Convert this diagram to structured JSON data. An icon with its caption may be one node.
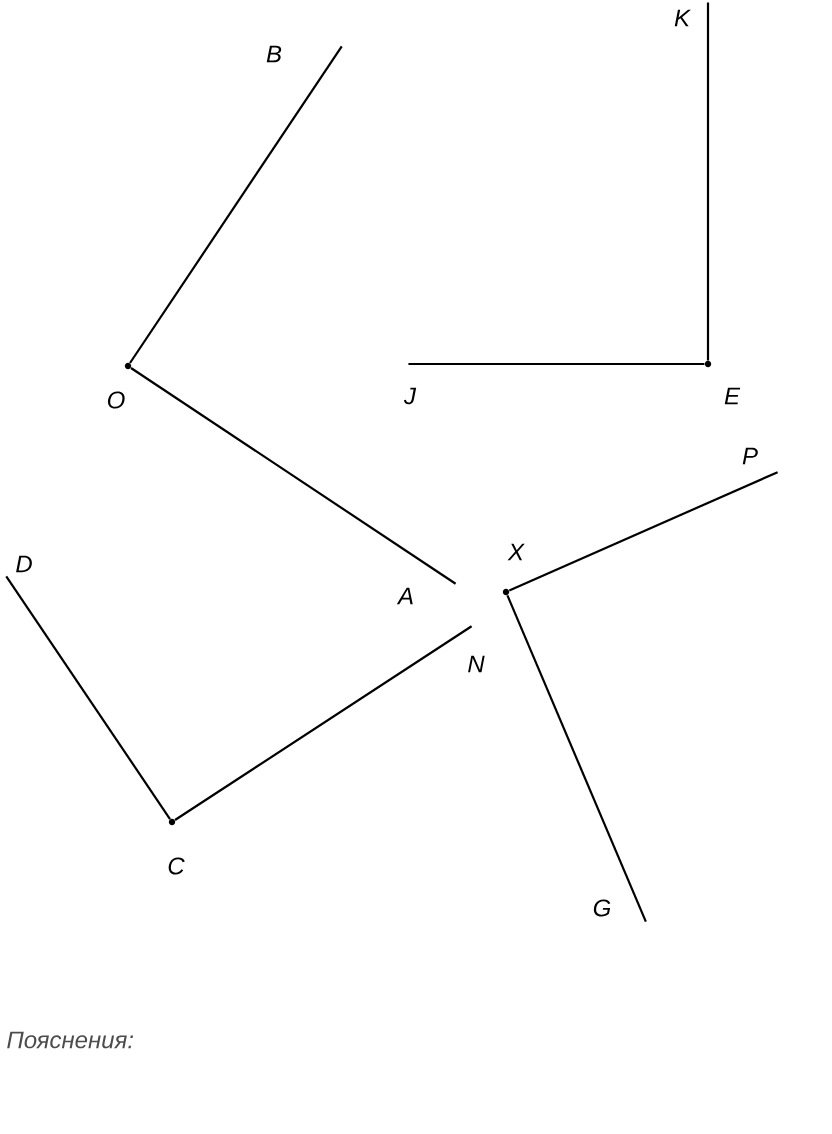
{
  "diagram": {
    "nodes": [
      {
        "text": [
          "B"
        ]
      },
      {
        "text": [
          "O"
        ]
      },
      {
        "text": [
          "A"
        ]
      },
      {
        "text": [
          "K"
        ]
      },
      {
        "text": [
          "J"
        ]
      },
      {
        "text": [
          "E"
        ]
      },
      {
        "text": [
          "P"
        ]
      },
      {
        "text": [
          "X"
        ]
      },
      {
        "text": [
          "D"
        ]
      },
      {
        "text": [
          "N"
        ]
      },
      {
        "text": [
          "C"
        ]
      },
      {
        "text": [
          "G"
        ]
      }
    ],
    "edges": [
      {
        "from": 1,
        "to": 0,
        "arrow": "none"
      },
      {
        "from": 1,
        "to": 2,
        "arrow": "none"
      },
      {
        "from": 5,
        "to": 3,
        "arrow": "none"
      },
      {
        "from": 5,
        "to": 4,
        "arrow": "none"
      },
      {
        "from": 7,
        "to": 6,
        "arrow": "none"
      },
      {
        "from": 7,
        "to": 11,
        "arrow": "none"
      },
      {
        "from": 10,
        "to": 8,
        "arrow": "none"
      },
      {
        "from": 10,
        "to": 9,
        "arrow": "none"
      }
    ],
    "labels": [
      "*Пояснения:*"
    ]
  }
}
